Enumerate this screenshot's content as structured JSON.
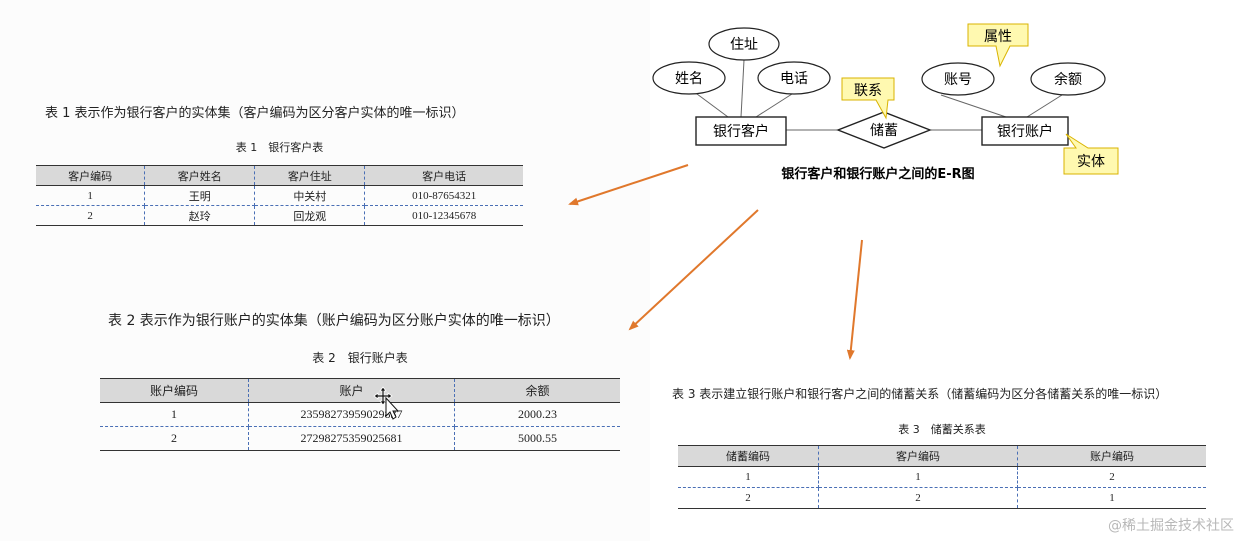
{
  "captions": {
    "t1": "表 1 表示作为银行客户的实体集（客户编码为区分客户实体的唯一标识）",
    "t2": "表 2 表示作为银行账户的实体集（账户编码为区分账户实体的唯一标识）",
    "t3": "表 3 表示建立银行账户和银行客户之间的储蓄关系（储蓄编码为区分各储蓄关系的唯一标识）"
  },
  "tables": {
    "t1": {
      "title": "表 1　银行客户表",
      "headers": [
        "客户编码",
        "客户姓名",
        "客户住址",
        "客户电话"
      ],
      "rows": [
        [
          "1",
          "王明",
          "中关村",
          "010-87654321"
        ],
        [
          "2",
          "赵玲",
          "回龙观",
          "010-12345678"
        ]
      ]
    },
    "t2": {
      "title": "表 2　银行账户表",
      "headers": [
        "账户编码",
        "账户",
        "余额"
      ],
      "rows": [
        [
          "1",
          "23598273959029837",
          "2000.23"
        ],
        [
          "2",
          "27298275359025681",
          "5000.55"
        ]
      ]
    },
    "t3": {
      "title": "表 3　储蓄关系表",
      "headers": [
        "储蓄编码",
        "客户编码",
        "账户编码"
      ],
      "rows": [
        [
          "1",
          "1",
          "2"
        ],
        [
          "2",
          "2",
          "1"
        ]
      ]
    }
  },
  "er": {
    "attributes": {
      "address": "住址",
      "name": "姓名",
      "phone": "电话",
      "account_no": "账号",
      "balance": "余额"
    },
    "entities": {
      "customer": "银行客户",
      "account": "银行账户"
    },
    "relation": "储蓄",
    "callouts": {
      "attribute": "属性",
      "relation": "联系",
      "entity": "实体"
    },
    "caption": "银行客户和银行账户之间的E-R图"
  },
  "colors": {
    "arrow": "#e0782c",
    "callout_fill": "#fff9b0",
    "callout_border": "#d9b300",
    "header_fill": "#d9d9d9",
    "grid_dash": "#4a6fb5"
  },
  "watermark": "@稀土掘金技术社区"
}
